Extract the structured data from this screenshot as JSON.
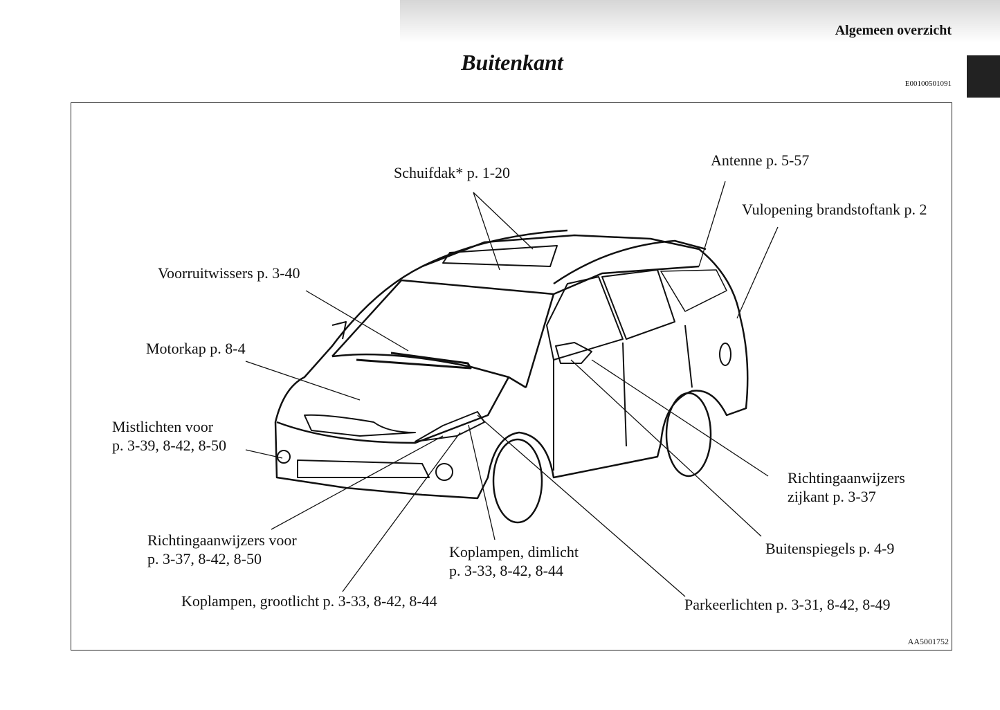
{
  "header": {
    "section": "Algemeen overzicht",
    "title": "Buitenkant",
    "code": "E00100501091"
  },
  "figure_id": "AA5001752",
  "labels": {
    "sunroof": "Schuifdak* p. 1-20",
    "antenna": "Antenne p. 5-57",
    "fuel": "Vulopening brandstoftank p. 2",
    "wipers": "Voorruitwissers p. 3-40",
    "hood": "Motorkap p. 8-4",
    "fog_1": "Mistlichten voor",
    "fog_2": "p. 3-39, 8-42, 8-50",
    "side_ind_1": "Richtingaanwijzers",
    "side_ind_2": "zijkant p. 3-37",
    "mirrors": "Buitenspiegels p. 4-9",
    "front_ind_1": "Richtingaanwijzers voor",
    "front_ind_2": "p. 3-37, 8-42, 8-50",
    "low_1": "Koplampen, dimlicht",
    "low_2": "p. 3-33, 8-42, 8-44",
    "high": "Koplampen, grootlicht p. 3-33, 8-42, 8-44",
    "parking": "Parkeerlichten p. 3-31, 8-42, 8-49"
  }
}
